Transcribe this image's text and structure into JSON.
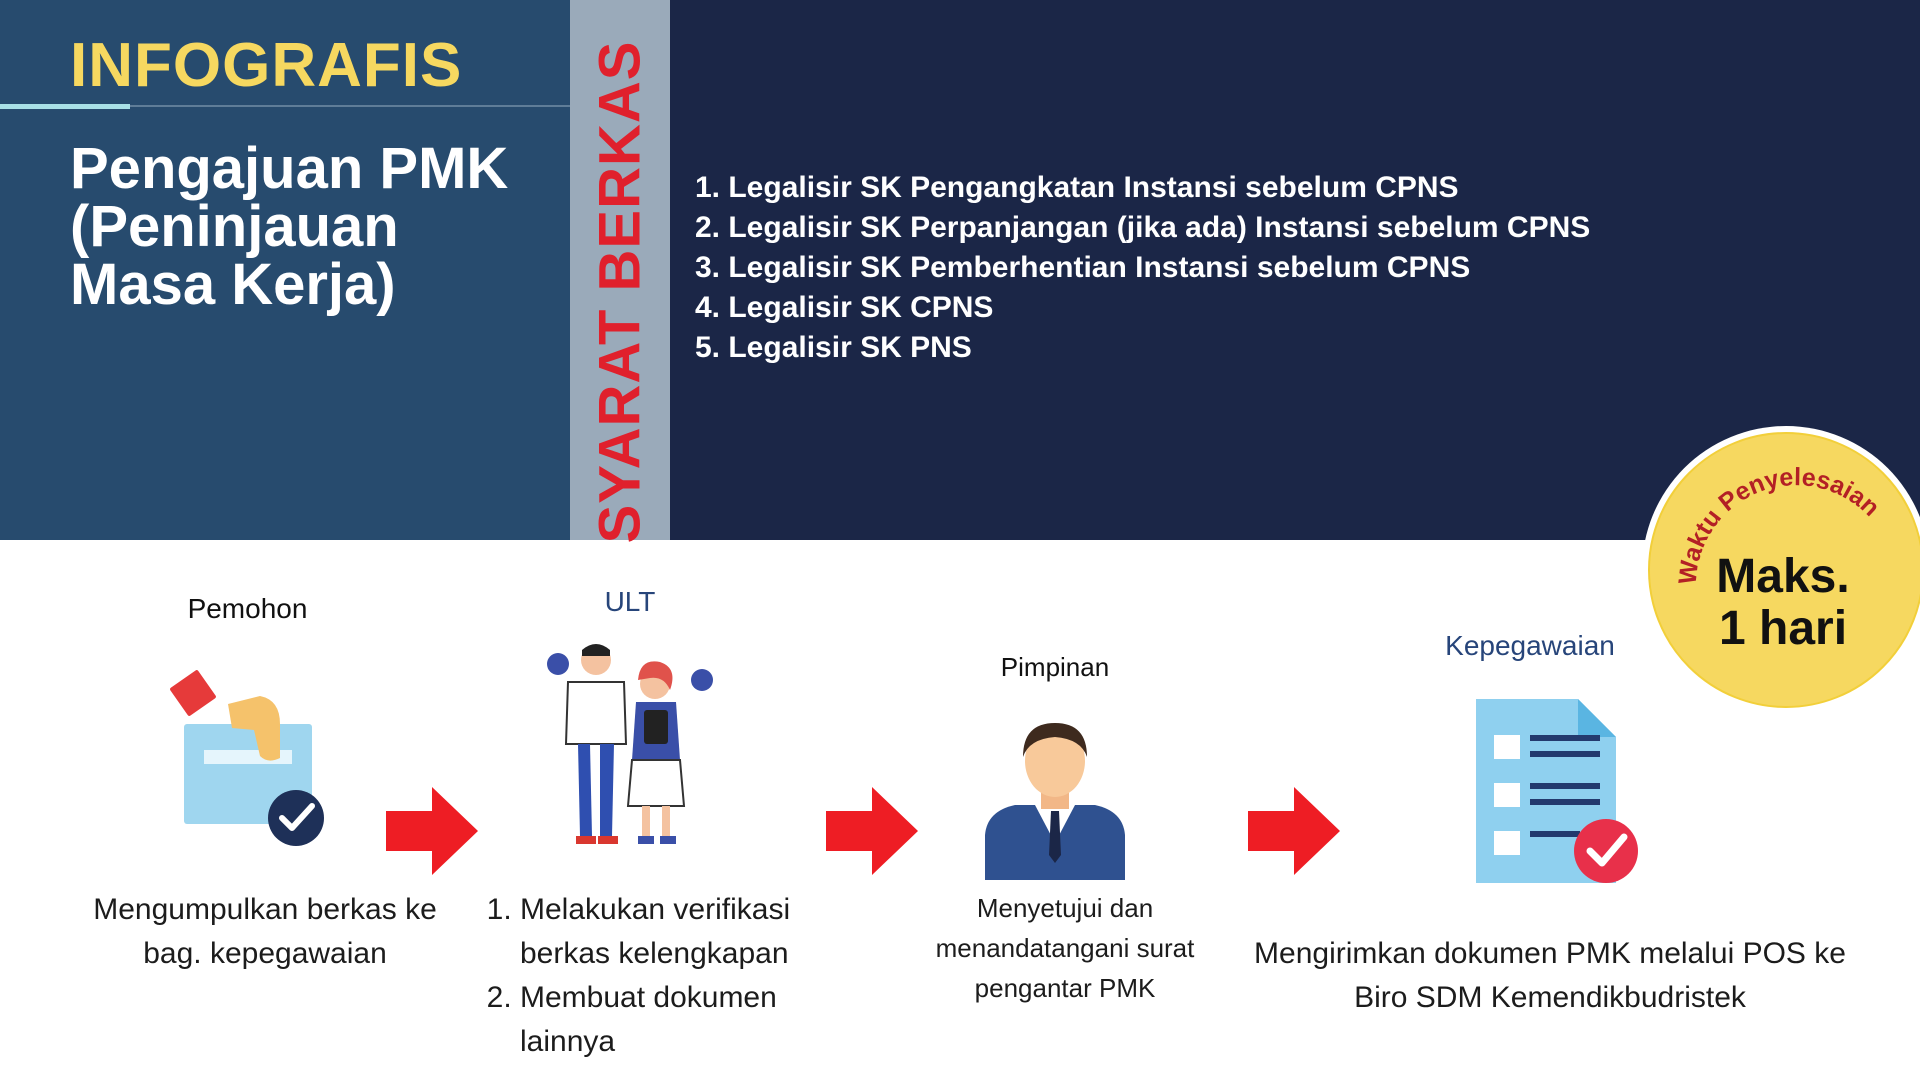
{
  "header": {
    "label": "INFOGRAFIS",
    "title": "Pengajuan PMK (Peninjauan Masa Kerja)"
  },
  "requirements": {
    "title": "SYARAT BERKAS",
    "items": [
      "1. Legalisir SK Pengangkatan Instansi sebelum CPNS",
      "2. Legalisir SK Perpanjangan (jika ada) Instansi sebelum CPNS",
      "3. Legalisir SK Pemberhentian Instansi sebelum CPNS",
      "4. Legalisir SK CPNS",
      "5. Legalisir SK PNS"
    ]
  },
  "badge": {
    "arc_text": "Waktu Penyelesaian",
    "line1": "Maks.",
    "line2": "1 hari"
  },
  "steps": [
    {
      "title": "Pemohon",
      "desc": "Mengumpulkan berkas ke bag. kepegawaian",
      "icon": "ballot-box-icon"
    },
    {
      "title": "ULT",
      "desc_items": [
        "Melakukan verifikasi berkas kelengkapan",
        "Membuat dokumen lainnya"
      ],
      "icon": "staff-people-icon"
    },
    {
      "title": "Pimpinan",
      "desc": "Menyetujui dan menandatangani surat pengantar PMK",
      "icon": "leader-avatar-icon"
    },
    {
      "title": "Kepegawaian",
      "desc": "Mengirimkan dokumen PMK melalui POS ke Biro SDM Kemendikbudristek",
      "icon": "document-check-icon"
    }
  ],
  "colors": {
    "navy": "#1b2647",
    "blue_panel": "#274b6e",
    "yellow": "#f6d860",
    "red": "#e0202c"
  }
}
